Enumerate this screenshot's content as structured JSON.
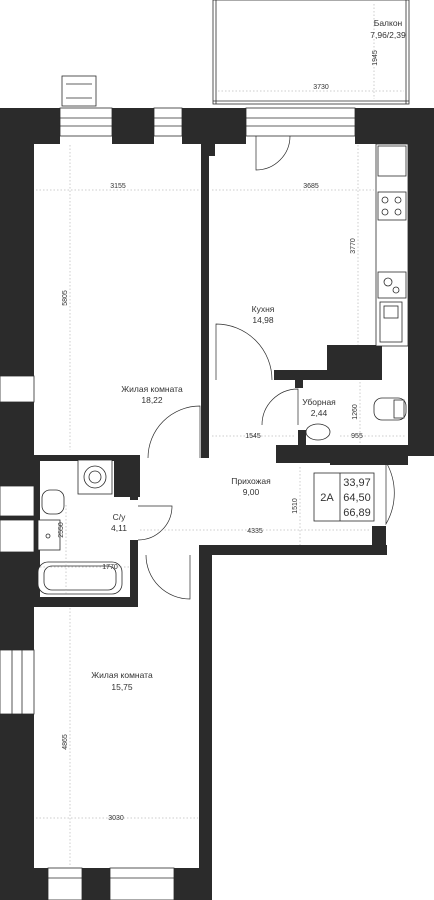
{
  "rooms": {
    "balcony": {
      "name": "Балкон",
      "area": "7,96/2,39"
    },
    "kitchen": {
      "name": "Кухня",
      "area": "14,98"
    },
    "living1": {
      "name": "Жилая комната",
      "area": "18,22"
    },
    "toilet": {
      "name": "Уборная",
      "area": "2,44"
    },
    "hallway": {
      "name": "Прихожая",
      "area": "9,00"
    },
    "bathroom": {
      "name": "С/у",
      "area": "4,11"
    },
    "living2": {
      "name": "Жилая комната",
      "area": "15,75"
    }
  },
  "dimensions": {
    "balcony_depth": "1945",
    "balcony_width": "3730",
    "living1_width": "3155",
    "kitchen_width": "3685",
    "living1_length": "5805",
    "kitchen_length": "3770",
    "hall_width_a": "1545",
    "toilet_width": "955",
    "toilet_length": "1260",
    "hall_depth": "1510",
    "hall_length": "4335",
    "bath_length": "2550",
    "bath_width": "1770",
    "living2_length": "4865",
    "living2_width": "3030"
  },
  "summary": {
    "type": "2А",
    "living_area": "33,97",
    "total_area": "64,50",
    "total_with_balcony": "66,89"
  },
  "colors": {
    "wall": "#2b2b2b",
    "background": "#ffffff",
    "text": "#333333"
  }
}
